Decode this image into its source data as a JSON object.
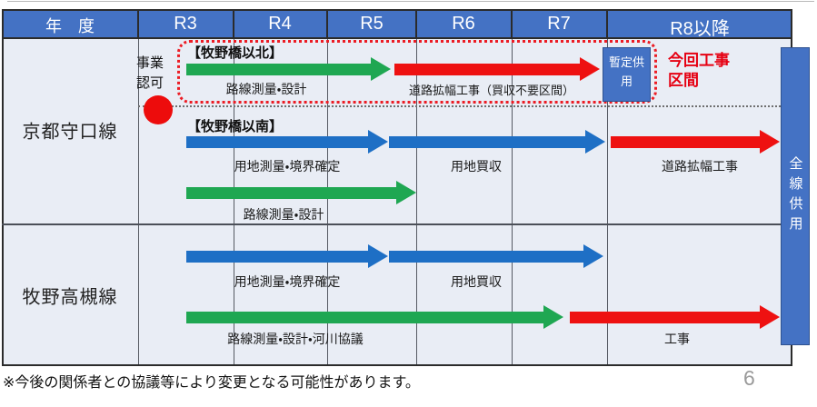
{
  "header": {
    "year_axis_label": "年　度",
    "year_columns": [
      "R3",
      "R4",
      "R5",
      "R6",
      "R7",
      "R8以降"
    ]
  },
  "rows": [
    {
      "label": "京都守口線"
    },
    {
      "label": "牧野高槻線"
    }
  ],
  "kyoto": {
    "approval_label": "事業認可",
    "north_title": "【牧野橋以北】",
    "south_title": "【牧野橋以南】",
    "current_works_label": "今回工事区間"
  },
  "tasks": [
    {
      "row": "京都守口線",
      "section": "牧野橋以北",
      "label": "路線測量・設計",
      "color": "green",
      "start": "R3",
      "end": "R5"
    },
    {
      "row": "京都守口線",
      "section": "牧野橋以北",
      "label": "道路拡幅工事（買収不要区間）",
      "color": "red",
      "start": "R5",
      "end": "R7"
    },
    {
      "row": "京都守口線",
      "section": "牧野橋以北",
      "label": "暫定供用",
      "color": "blue-box",
      "start": "R8以降",
      "end": "R8以降"
    },
    {
      "row": "京都守口線",
      "section": "牧野橋以南",
      "label": "用地測量・境界確定",
      "color": "blue",
      "start": "R3",
      "end": "R5"
    },
    {
      "row": "京都守口線",
      "section": "牧野橋以南",
      "label": "用地買収",
      "color": "blue",
      "start": "R5",
      "end": "R7"
    },
    {
      "row": "京都守口線",
      "section": "牧野橋以南",
      "label": "道路拡幅工事",
      "color": "red",
      "start": "R8以降",
      "end": "R8以降"
    },
    {
      "row": "京都守口線",
      "section": "牧野橋以南",
      "label": "路線測量・設計",
      "color": "green",
      "start": "R3",
      "end": "R5"
    },
    {
      "row": "牧野高槻線",
      "label": "用地測量・境界確定",
      "color": "blue",
      "start": "R3",
      "end": "R5"
    },
    {
      "row": "牧野高槻線",
      "label": "用地買収",
      "color": "blue",
      "start": "R5",
      "end": "R7"
    },
    {
      "row": "牧野高槻線",
      "label": "路線測量・設計・河川協議",
      "color": "green",
      "start": "R3",
      "end": "R7"
    },
    {
      "row": "牧野高槻線",
      "label": "工事",
      "color": "red",
      "start": "R7",
      "end": "R8以降"
    }
  ],
  "full_service_label": "全線供用",
  "footer": {
    "note": "※今後の関係者との協議等により変更となる可能性があります。",
    "page_number": "6"
  },
  "colors": {
    "header_blue": "#4472c4",
    "arrow_blue": "#1e6fc5",
    "arrow_green": "#1fa752",
    "arrow_red": "#ee1111",
    "accent_red": "#e60012",
    "cell_background": "#e9edf5"
  }
}
